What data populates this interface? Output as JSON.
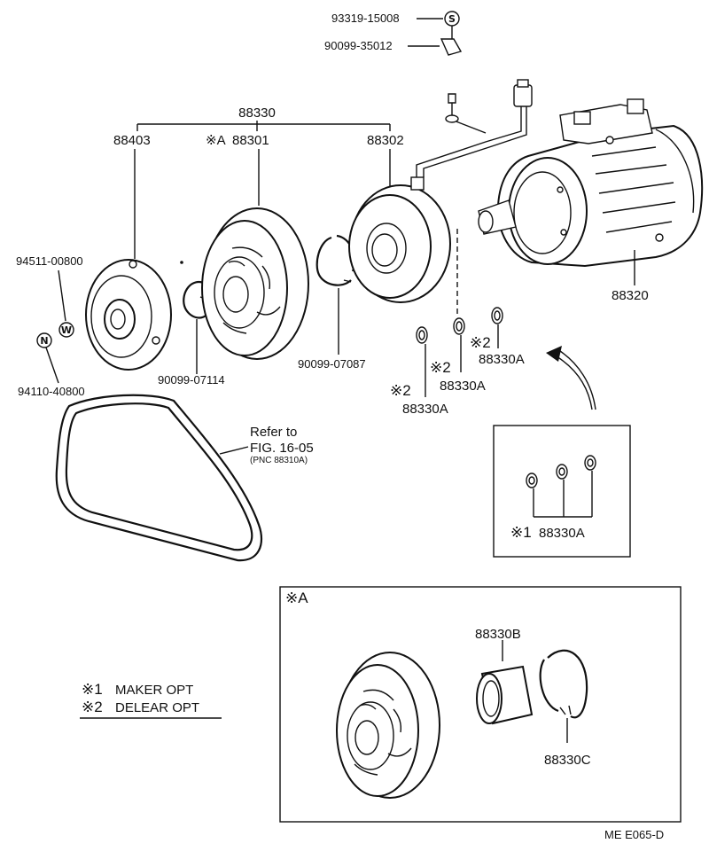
{
  "parts": {
    "bolt_top": "93319-15008",
    "clip_top": "90099-35012",
    "assy": "88330",
    "pulley_left": "88403",
    "pulley_main_mark": "※A",
    "pulley_main": "88301",
    "clutch_coil": "88302",
    "compressor": "88320",
    "washer_w": "94511-00800",
    "nut_n": "94110-40800",
    "snap_ring_1": "90099-07114",
    "snap_ring_2": "90099-07087",
    "shim_a1_mark": "※2",
    "shim_a1": "88330A",
    "shim_a2_mark": "※2",
    "shim_a2": "88330A",
    "shim_a3_mark": "※2",
    "shim_a3": "88330A",
    "shim_set_mark": "※1",
    "shim_set": "88330A",
    "bearing": "88330B",
    "snap_ring_c": "88330C"
  },
  "symbols": {
    "s": "S",
    "w": "W",
    "n": "N"
  },
  "refer": {
    "line1": "Refer to",
    "line2": "FIG. 16-05",
    "line3": "(PNC 88310A)"
  },
  "inset_title": "※A",
  "legend": {
    "item1_mark": "※1",
    "item1_text": "MAKER  OPT",
    "item2_mark": "※2",
    "item2_text": "DELEAR  OPT"
  },
  "footer_code": "ME  E065-D"
}
